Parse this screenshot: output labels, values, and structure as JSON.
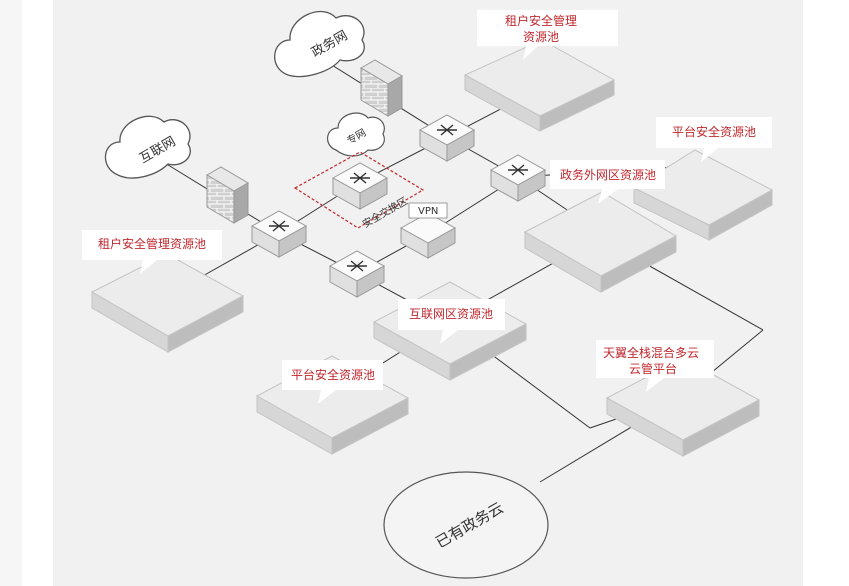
{
  "colors": {
    "accent": "#c0282e",
    "line": "#333333",
    "block_top": "#ececec",
    "block_left": "#d6d6d6",
    "block_right": "#bdbdbd"
  },
  "clouds": {
    "gov": "政务网",
    "internet": "互联网",
    "private": "专网"
  },
  "labels": {
    "tenant_top_line1": "租户安全管理",
    "tenant_top_line2": "资源池",
    "platform_top": "平台安全资源池",
    "gov_external": "政务外网区资源池",
    "tenant_left": "租户安全管理资源池",
    "internet_zone": "互联网区资源池",
    "platform_bottom": "平台安全资源池",
    "tianyi_line1": "天翼全栈混合多云",
    "tianyi_line2": "云管平台",
    "vpn": "VPN",
    "exchange_zone": "安全交换区",
    "existing_cloud": "已有政务云"
  }
}
